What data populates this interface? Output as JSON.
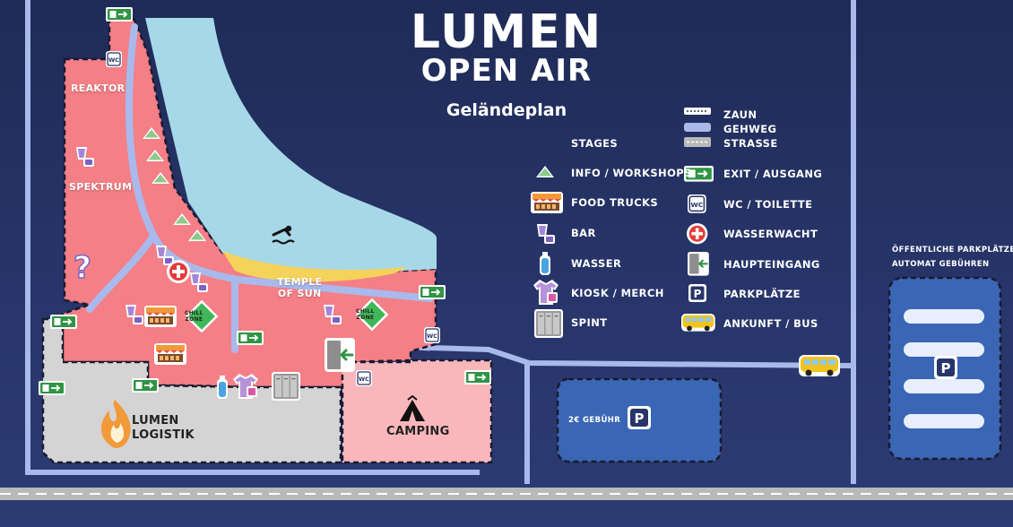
{
  "header": {
    "title_line1": "LUMEN",
    "title_line2": "OPEN AIR",
    "subtitle": "Geländeplan"
  },
  "legend": {
    "left": [
      {
        "icon": "stage-icon",
        "label": "STAGES"
      },
      {
        "icon": "info-tent-icon",
        "label": "INFO / WORKSHOPS"
      },
      {
        "icon": "food-truck-icon",
        "label": "FOOD TRUCKS"
      },
      {
        "icon": "bar-cup-icon",
        "label": "BAR"
      },
      {
        "icon": "water-bottle-icon",
        "label": "WASSER"
      },
      {
        "icon": "merch-shirt-icon",
        "label": "KIOSK / MERCH"
      },
      {
        "icon": "locker-icon",
        "label": "SPINT"
      }
    ],
    "right": [
      {
        "icon": "fence-line-icon",
        "label": "ZAUN"
      },
      {
        "icon": "walkway-line-icon",
        "label": "GEHWEG"
      },
      {
        "icon": "street-line-icon",
        "label": "STRASSE"
      },
      {
        "icon": "exit-sign-icon",
        "label": "EXIT / AUSGANG"
      },
      {
        "icon": "wc-icon",
        "label": "WC / TOILETTE"
      },
      {
        "icon": "first-aid-icon",
        "label": "WASSERWACHT"
      },
      {
        "icon": "main-entrance-icon",
        "label": "HAUPTEINGANG"
      },
      {
        "icon": "parking-icon",
        "label": "PARKPLÄTZE"
      },
      {
        "icon": "bus-icon",
        "label": "ANKUNFT / BUS"
      }
    ]
  },
  "map": {
    "areas": {
      "reaktor": "REAKTOR",
      "spektrum": "SPEKTRUM",
      "temple_line1": "TEMPLE",
      "temple_line2": "OF SUN",
      "logistik_line1": "LUMEN",
      "logistik_line2": "LOGISTIK",
      "camping": "CAMPING",
      "chill_zone_line1": "CHILL",
      "chill_zone_line2": "ZONE",
      "question_mark": "?"
    },
    "wc_label": "WC",
    "parking_symbol": "P",
    "parking_small": {
      "fee": "2€ GEBÜHR"
    },
    "parking_public": {
      "line1": "ÖFFENTLICHE PARKPLÄTZE",
      "line2": "AUTOMAT GEBÜHREN"
    }
  },
  "colors": {
    "background": "#243262",
    "festival_area": "#f47f86",
    "lake": "#a7d8e8",
    "beach": "#f5d25a",
    "logistics": "#d4d4d4",
    "camping": "#f9b7bc",
    "walkway": "#a9b9ec",
    "parking": "#3a66b5",
    "exit_green": "#2f9444"
  }
}
